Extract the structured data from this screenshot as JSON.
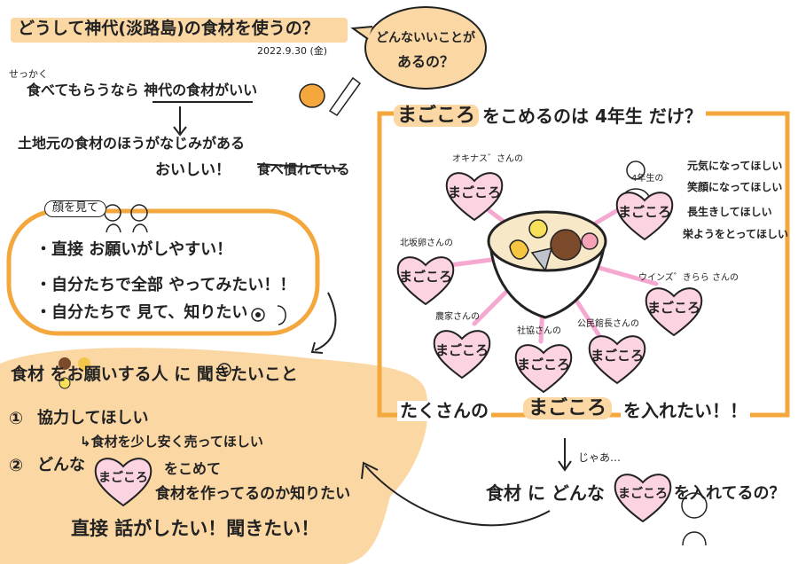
{
  "header": {
    "title": "どうして神代(淡路島)の食材を使うの？",
    "date": "2022.9.30 (金)",
    "bubble_line1": "どんないいことが",
    "bubble_line2": "あるの？"
  },
  "left_notes": {
    "line1_prefix": "せっかく",
    "line1": "食べてもらうなら 神代の食材がいい",
    "line2": "土地元の食材のほうがなじみがある",
    "line3a": "おいしい！",
    "line3b": "食べ慣れている"
  },
  "face_box": {
    "tag": "顔を見て",
    "item1": "・直接 お願いがしやすい！",
    "item2": "・自分たちで全部 やってみたい！！",
    "item3": "・自分たちで 見て、知りたい"
  },
  "ask_section": {
    "heading": "食材 をお願いする人 に 聞きたいこと",
    "q1_num": "①",
    "q1": "協力してほしい",
    "q1_sub": "↳食材を少し安く売ってほしい",
    "q2_num": "②",
    "q2_prefix": "どんな",
    "q2_heart": "まごころ",
    "q2_suffix": "をこめて",
    "q2_line2": "食材を作ってるのか知りたい",
    "q3": "直接 話がしたい！聞きたい！"
  },
  "right_panel": {
    "title_highlight": "まごころ",
    "title_rest": "をこめるのは 4年生 だけ？",
    "bottom_prefix": "たくさんの",
    "bottom_highlight": "まごころ",
    "bottom_suffix": "を入れたい！！",
    "hearts": [
      {
        "tag": "オキナス゛さんの",
        "label": "まごころ"
      },
      {
        "tag": "4年生の",
        "label": "まごころ"
      },
      {
        "tag": "北坂卵さんの",
        "label": "まごころ"
      },
      {
        "tag": "ウインズ゛きらら さんの",
        "label": "まごころ"
      },
      {
        "tag": "農家さんの",
        "label": "まごころ"
      },
      {
        "tag": "社協さんの",
        "label": "まごころ"
      },
      {
        "tag": "公民館長さんの",
        "label": "まごころ"
      }
    ],
    "wishes": [
      "元気になってほしい",
      "笑顔になってほしい",
      "長生きしてほしい",
      "栄ようをとってほしい"
    ]
  },
  "bottom_question": {
    "jaa": "じゃあ…",
    "prefix": "食材 に どんな",
    "heart": "まごころ",
    "suffix": "を入れてるの？"
  },
  "colors": {
    "orange_fill": "#fbd7a4",
    "orange_line": "#f3a73c",
    "heart_fill": "#fcd3e0",
    "pink_ray": "#f5a9d0"
  }
}
